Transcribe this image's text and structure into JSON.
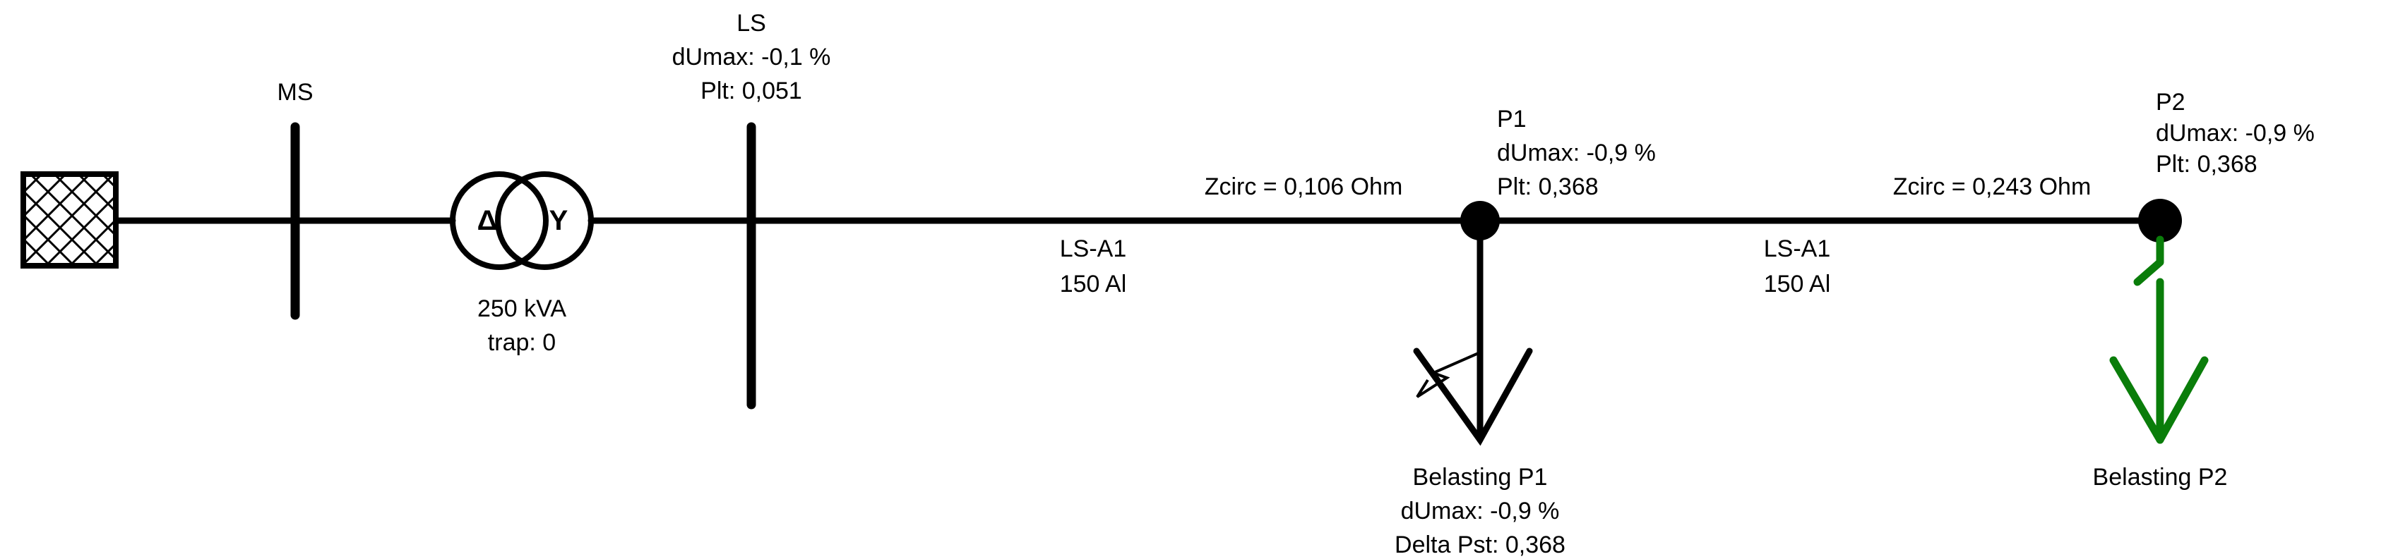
{
  "colors": {
    "line": "#000000",
    "highlight": "#0a7d0a"
  },
  "source": {
    "icon": "grid-source-icon"
  },
  "ms": {
    "label": "MS"
  },
  "transformer": {
    "primary": "Δ",
    "secondary": "Y",
    "rating": "250 kVA",
    "tap": "trap: 0"
  },
  "ls": {
    "label": "LS",
    "dumax": "dUmax: -0,1 %",
    "plt": "Plt: 0,051"
  },
  "cable1": {
    "zcirc": "Zcirc = 0,106 Ohm",
    "type": "LS-A1",
    "size": "150 Al"
  },
  "p1": {
    "label": "P1",
    "dumax": "dUmax: -0,9 %",
    "plt": "Plt: 0,368"
  },
  "load1": {
    "label": "Belasting P1",
    "dumax": "dUmax: -0,9 %",
    "pst": "Delta Pst: 0,368"
  },
  "cable2": {
    "zcirc": "Zcirc = 0,243 Ohm",
    "type": "LS-A1",
    "size": "150 Al"
  },
  "p2": {
    "label": "P2",
    "dumax": "dUmax: -0,9 %",
    "plt": "Plt: 0,368"
  },
  "load2": {
    "label": "Belasting P2"
  }
}
